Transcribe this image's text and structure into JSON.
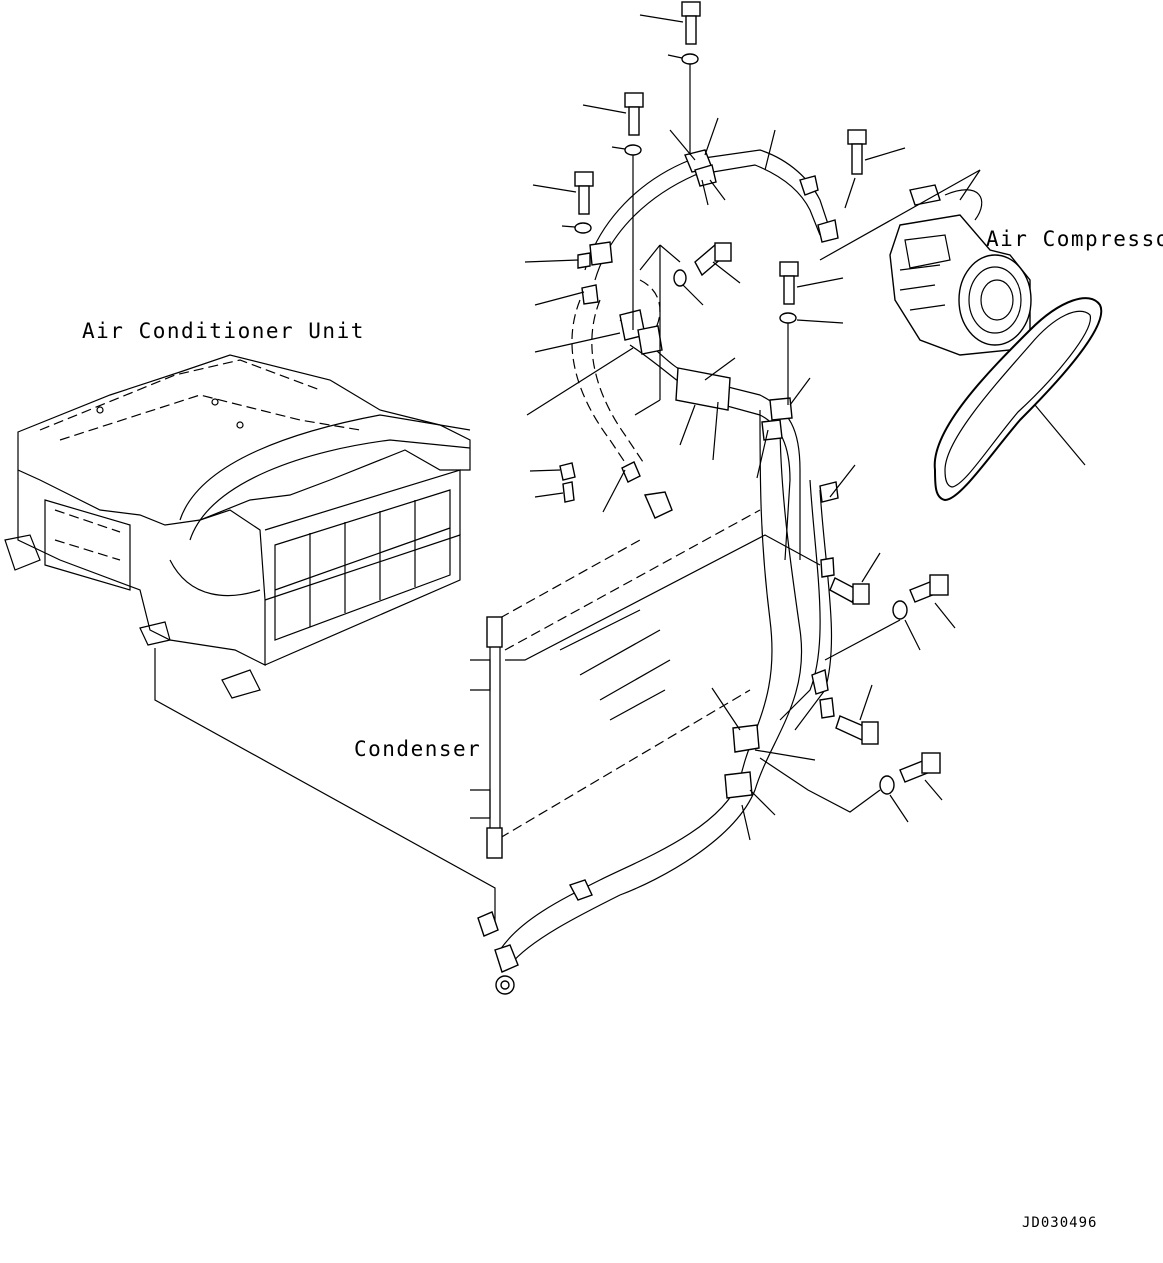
{
  "labels": {
    "air_conditioner_unit": "Air Conditioner Unit",
    "air_compressor": "Air Compressor",
    "condenser": "Condenser"
  },
  "drawing_code": "JD030496"
}
